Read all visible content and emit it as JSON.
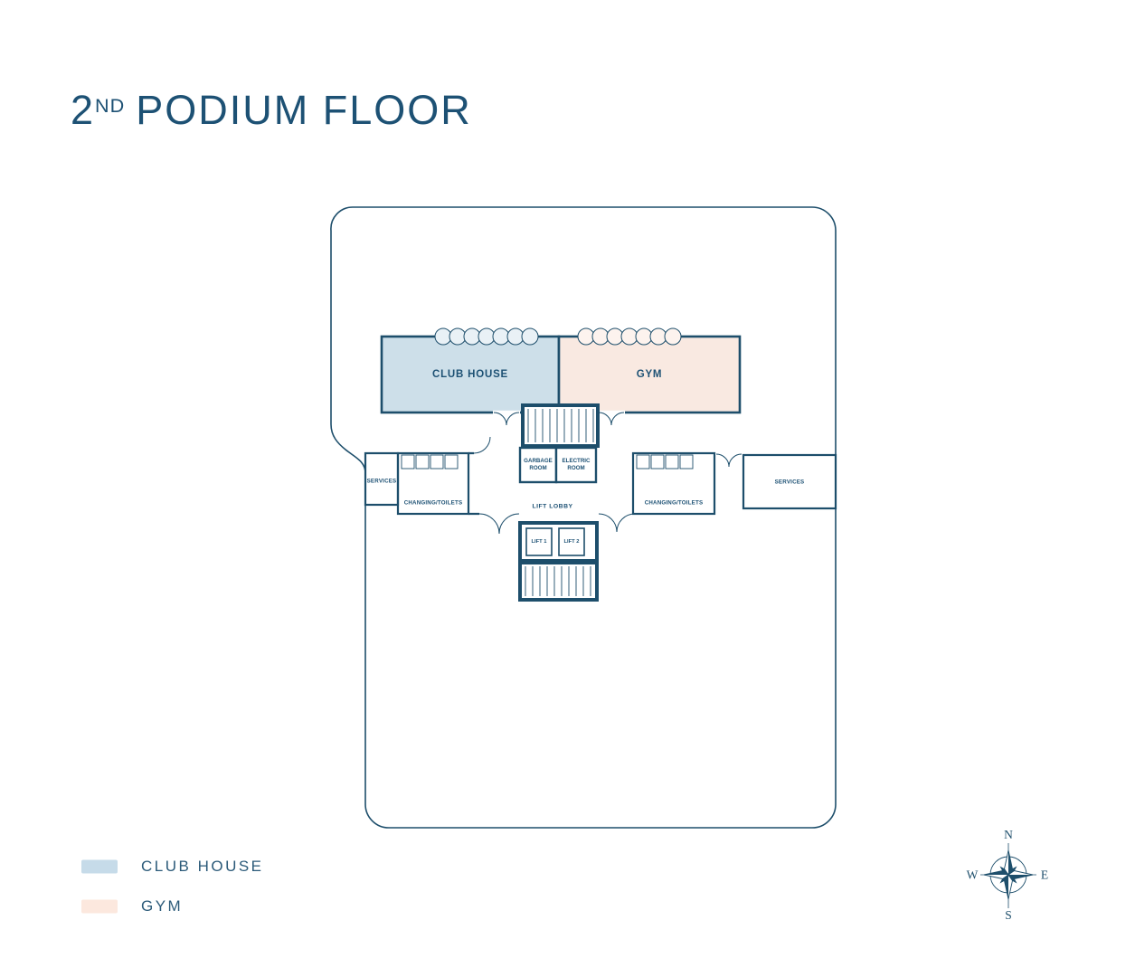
{
  "title": {
    "number": "2",
    "ordinal": "ND",
    "rest": "PODIUM FLOOR"
  },
  "colors": {
    "ink": "#1d4e6b",
    "club_house_fill": "#cddfe9",
    "gym_fill": "#f9e9e1",
    "club_window_fill": "#e9f1f6",
    "gym_window_fill": "#fdf3ee"
  },
  "plan": {
    "rooms": {
      "club_house": "CLUB HOUSE",
      "gym": "GYM",
      "garbage_room": "GARBAGE ROOM",
      "electric_room": "ELECTRIC ROOM",
      "services_left": "SERVICES",
      "services_right": "SERVICES",
      "changing_toilets_left": "CHANGING/TOILETS",
      "changing_toilets_right": "CHANGING/TOILETS",
      "lift_lobby": "LIFT LOBBY",
      "lift_1": "LIFT 1",
      "lift_2": "LIFT 2"
    }
  },
  "legend": {
    "items": [
      {
        "label": "CLUB HOUSE",
        "color": "#c6dbe9"
      },
      {
        "label": "GYM",
        "color": "#fce8de"
      }
    ]
  },
  "compass": {
    "north": "N",
    "east": "E",
    "south": "S",
    "west": "W"
  }
}
